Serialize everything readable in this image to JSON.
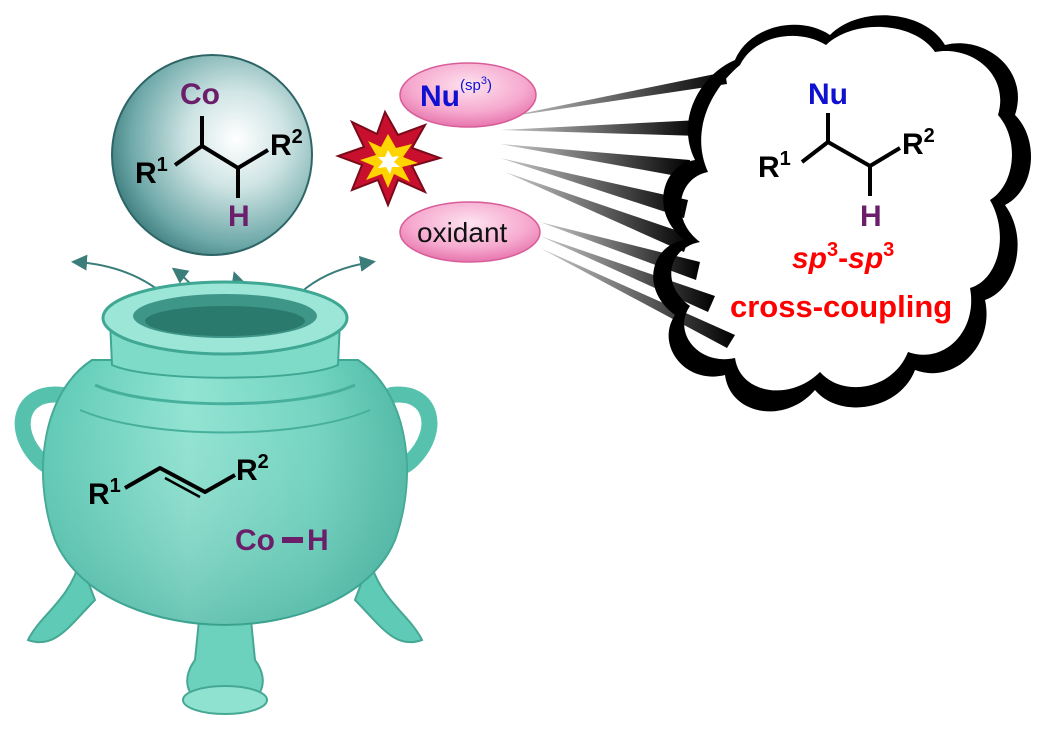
{
  "intermediate": {
    "metal": "Co",
    "r1_base": "R",
    "r1_sup": "1",
    "r2_base": "R",
    "r2_sup": "2",
    "h": "H"
  },
  "reagents": {
    "nucleophile_base": "Nu",
    "nucleophile_sup_open": "(sp",
    "nucleophile_sup_exp": "3",
    "nucleophile_sup_close": ")",
    "oxidant": "oxidant"
  },
  "product": {
    "nu": "Nu",
    "r1_base": "R",
    "r1_sup": "1",
    "r2_base": "R",
    "r2_sup": "2",
    "h": "H",
    "coupling_sp_a": "sp",
    "coupling_exp_a": "3",
    "coupling_dash": "-",
    "coupling_sp_b": "sp",
    "coupling_exp_b": "3",
    "coupling_text": "cross-coupling"
  },
  "pot": {
    "r1_base": "R",
    "r1_sup": "1",
    "r2_base": "R",
    "r2_sup": "2",
    "co": "Co",
    "h": "H"
  },
  "colors": {
    "metal": "#6b1f6b",
    "nucleophile": "#1010d0",
    "highlight": "#ff0000",
    "pot": "#6fd6c0",
    "sphere": "#4f9a9a",
    "pill": "#f39bc7"
  },
  "icons": [
    "sphere-icon",
    "explosion-icon",
    "pot-icon",
    "thought-cloud-icon",
    "arrow-icon"
  ]
}
